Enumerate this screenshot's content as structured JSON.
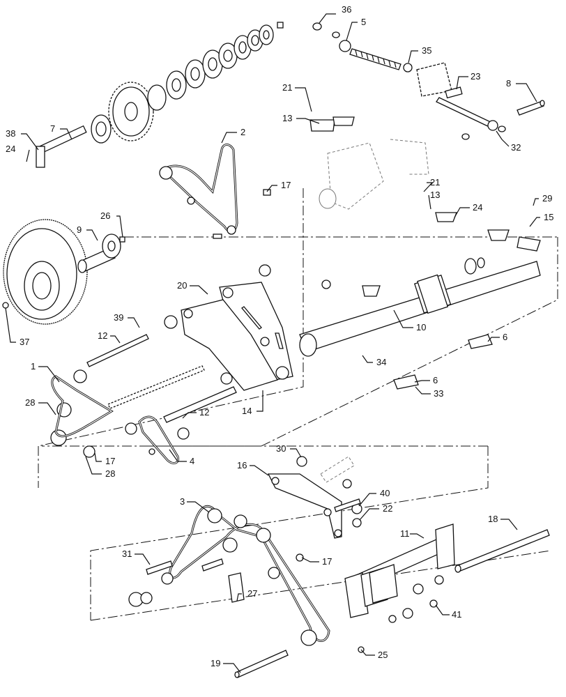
{
  "diagram": {
    "callouts": [
      {
        "id": "c36",
        "text": "36"
      },
      {
        "id": "c5",
        "text": "5"
      },
      {
        "id": "c35",
        "text": "35"
      },
      {
        "id": "c23",
        "text": "23"
      },
      {
        "id": "c8",
        "text": "8"
      },
      {
        "id": "c32",
        "text": "32"
      },
      {
        "id": "c21a",
        "text": "21"
      },
      {
        "id": "c13a",
        "text": "13"
      },
      {
        "id": "c7",
        "text": "7"
      },
      {
        "id": "c38",
        "text": "38"
      },
      {
        "id": "c24a",
        "text": "24"
      },
      {
        "id": "c2",
        "text": "2"
      },
      {
        "id": "c17a",
        "text": "17"
      },
      {
        "id": "c21b",
        "text": "21"
      },
      {
        "id": "c13b",
        "text": "13"
      },
      {
        "id": "c29",
        "text": "29"
      },
      {
        "id": "c24b",
        "text": "24"
      },
      {
        "id": "c15",
        "text": "15"
      },
      {
        "id": "c9",
        "text": "9"
      },
      {
        "id": "c26",
        "text": "26"
      },
      {
        "id": "c20",
        "text": "20"
      },
      {
        "id": "c39",
        "text": "39"
      },
      {
        "id": "c10",
        "text": "10"
      },
      {
        "id": "c6a",
        "text": "6"
      },
      {
        "id": "c37",
        "text": "37"
      },
      {
        "id": "c12a",
        "text": "12"
      },
      {
        "id": "c1",
        "text": "1"
      },
      {
        "id": "c34",
        "text": "34"
      },
      {
        "id": "c6b",
        "text": "6"
      },
      {
        "id": "c33",
        "text": "33"
      },
      {
        "id": "c28a",
        "text": "28"
      },
      {
        "id": "c14",
        "text": "14"
      },
      {
        "id": "c12b",
        "text": "12"
      },
      {
        "id": "c17b",
        "text": "17"
      },
      {
        "id": "c4",
        "text": "4"
      },
      {
        "id": "c28b",
        "text": "28"
      },
      {
        "id": "c30",
        "text": "30"
      },
      {
        "id": "c16",
        "text": "16"
      },
      {
        "id": "c3",
        "text": "3"
      },
      {
        "id": "c40",
        "text": "40"
      },
      {
        "id": "c22",
        "text": "22"
      },
      {
        "id": "c18",
        "text": "18"
      },
      {
        "id": "c11",
        "text": "11"
      },
      {
        "id": "c31",
        "text": "31"
      },
      {
        "id": "c17c",
        "text": "17"
      },
      {
        "id": "c27",
        "text": "27"
      },
      {
        "id": "c41",
        "text": "41"
      },
      {
        "id": "c25",
        "text": "25"
      },
      {
        "id": "c19",
        "text": "19"
      }
    ]
  }
}
